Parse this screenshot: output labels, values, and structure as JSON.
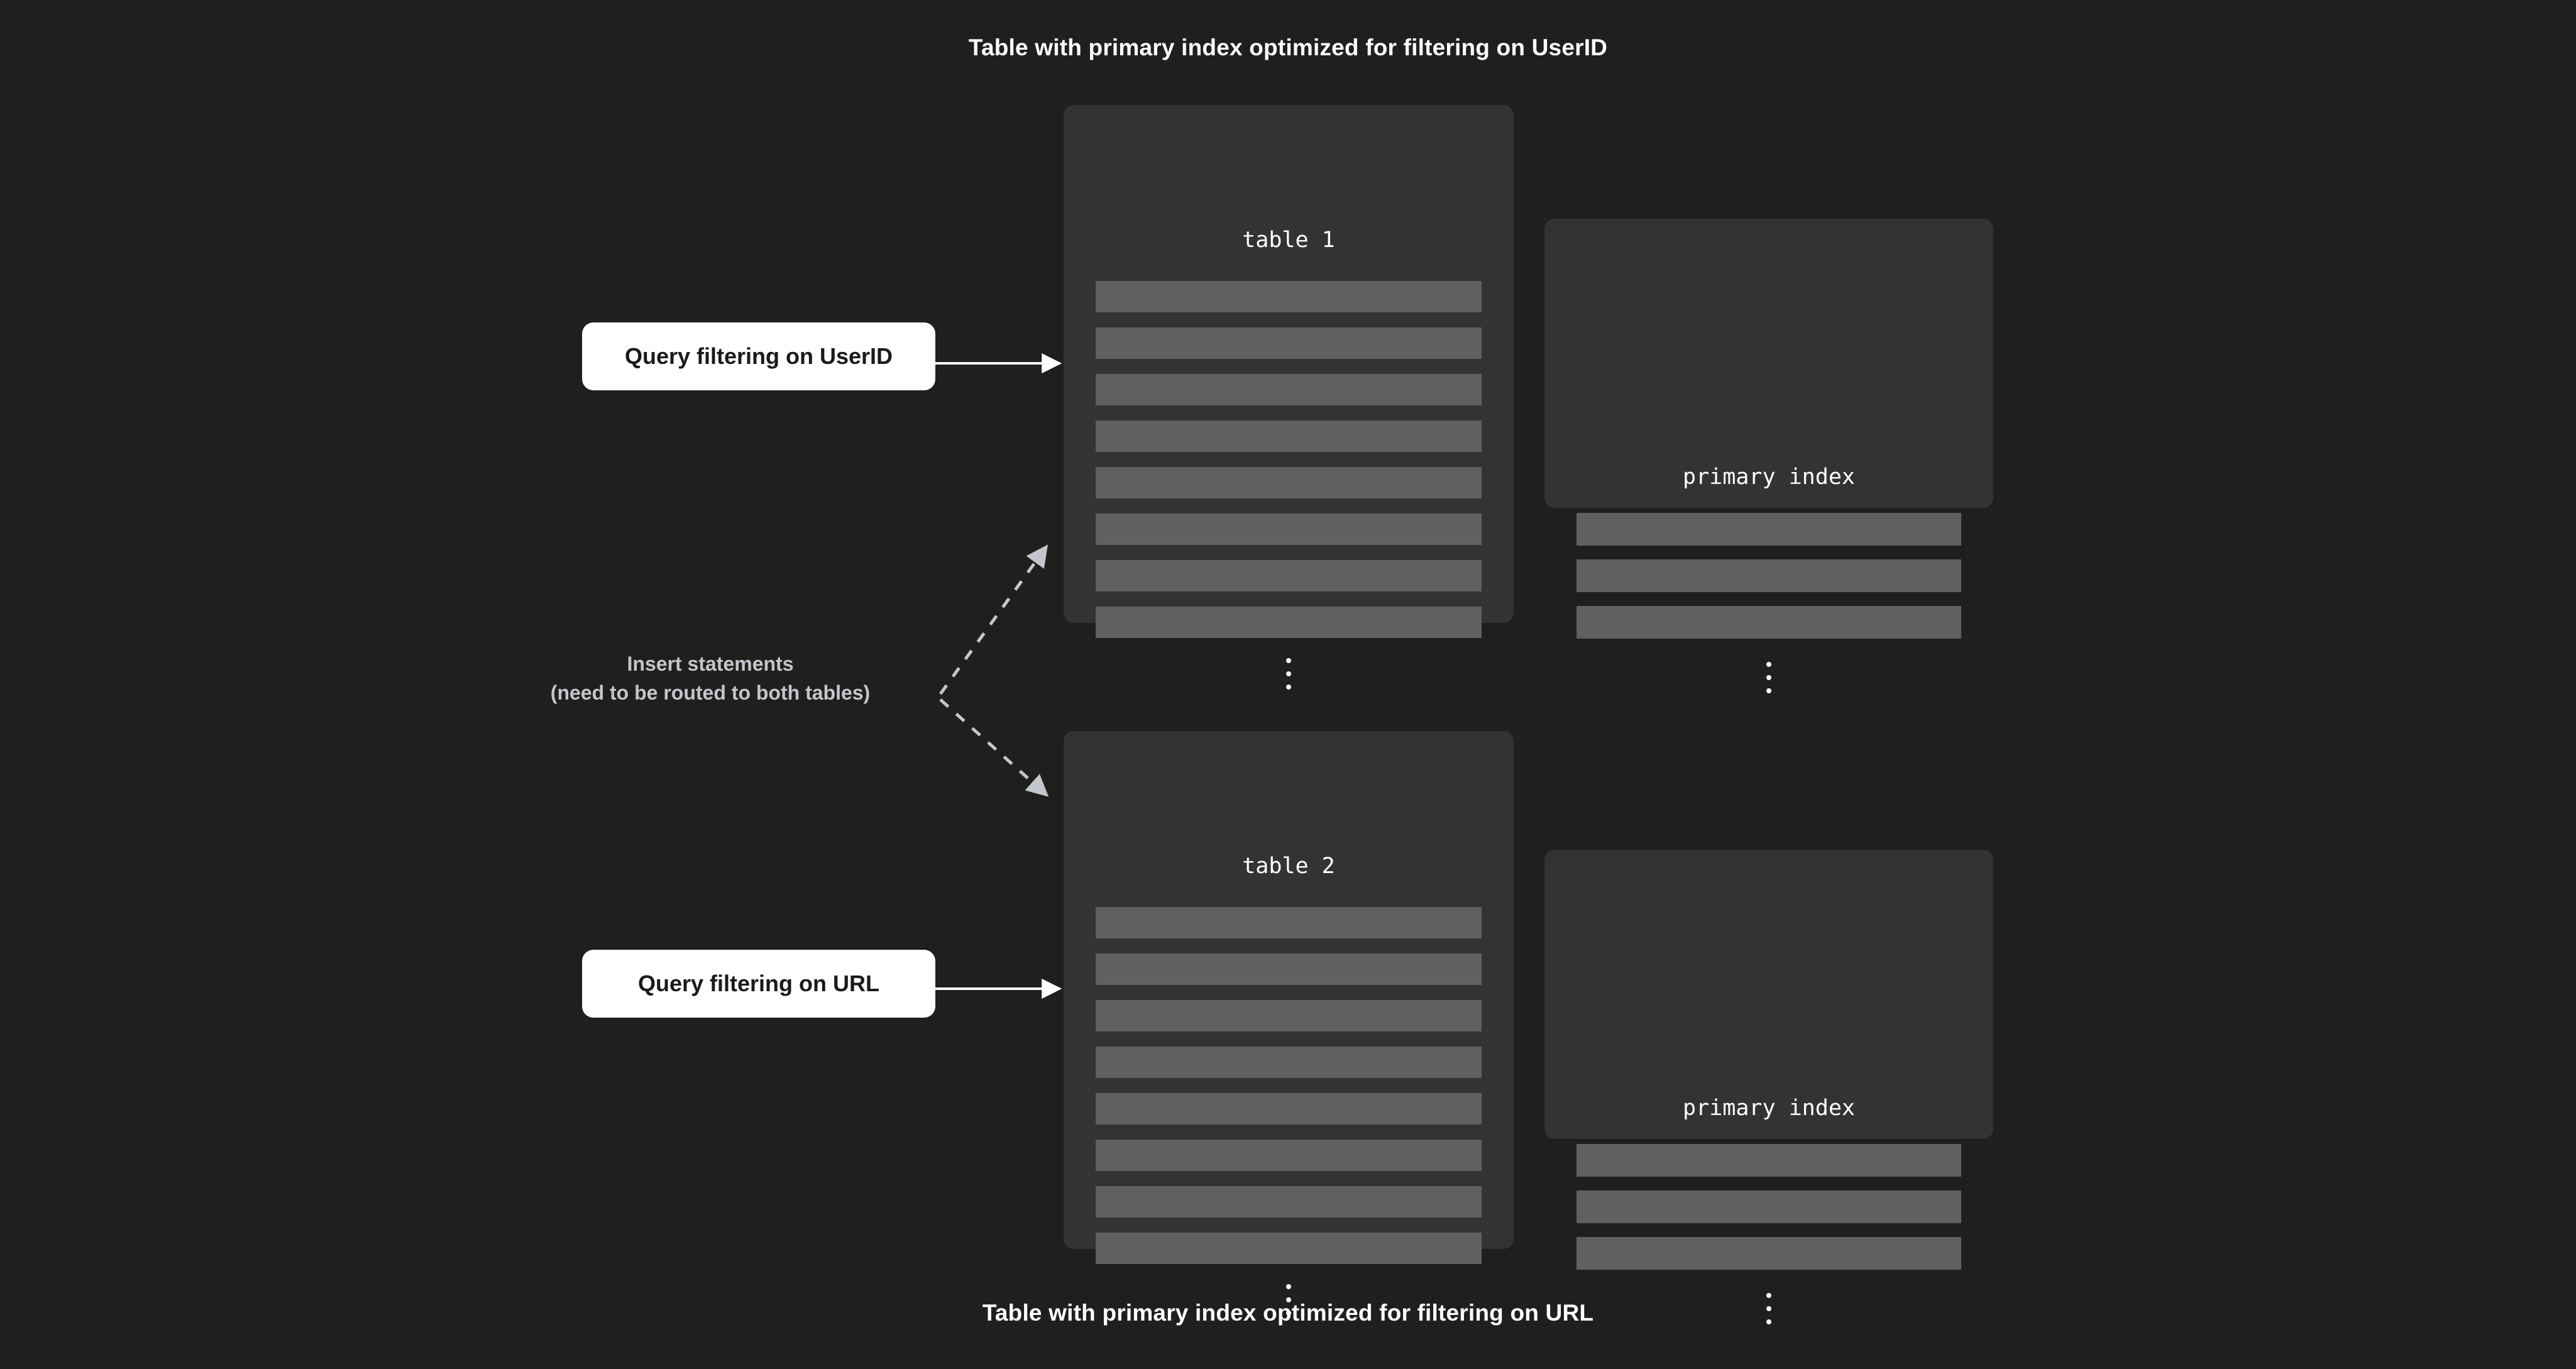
{
  "background_color": "#1f1f1d",
  "panel_color": "#333333",
  "row_color": "#606060",
  "accent_white": "#ffffff",
  "muted_text_color": "#c3c6cc",
  "captions": {
    "top": "Table with primary index optimized for filtering on UserID",
    "bottom": "Table with primary index optimized for filtering on URL"
  },
  "tables": [
    {
      "title": "table 1",
      "row_count": 8,
      "ellipsis": "vertical-ellipsis",
      "index": {
        "title": "primary index",
        "row_count": 3,
        "ellipsis": "vertical-ellipsis"
      }
    },
    {
      "title": "table 2",
      "row_count": 8,
      "ellipsis": "vertical-ellipsis",
      "index": {
        "title": "primary index",
        "row_count": 3,
        "ellipsis": "vertical-ellipsis"
      }
    }
  ],
  "callouts": [
    {
      "label": "Query filtering on UserID"
    },
    {
      "label": "Query filtering on URL"
    }
  ],
  "insert_note": {
    "line1": "Insert statements",
    "line2": "(need to be routed to both tables)"
  },
  "connectors": {
    "query_arrow_1": "solid-arrow-right",
    "query_arrow_2": "solid-arrow-right",
    "insert_arrow_up": "dashed-arrow-up-right",
    "insert_arrow_down": "dashed-arrow-down-right"
  }
}
